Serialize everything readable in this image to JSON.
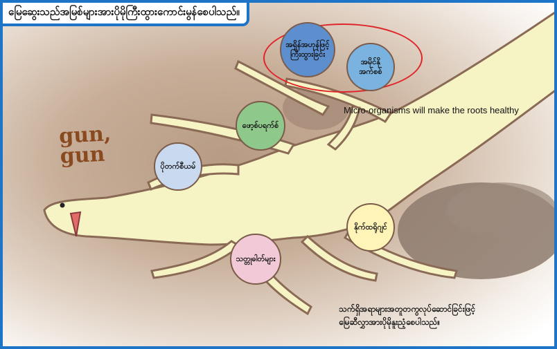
{
  "title": "မြေဆွေးသည်အမြစ်များအားပိုမိုကြီးထွားကောင်းမွန်စေပါသည်။",
  "caption_english": "Micro-organisms will make the roots healthy",
  "sound_effect": [
    "gun,",
    "gun"
  ],
  "bubbles": [
    {
      "label": "အရှိန်အဟုန်ဖြင့်ကြီးထွားခြင်း",
      "color": "#5d8fce"
    },
    {
      "label": "အမိုင်နိုအက်စစ်",
      "color": "#7ab3e0"
    },
    {
      "label": "ဖော့စ်ပရက်စ်",
      "color": "#8ec98b"
    },
    {
      "label": "ပိုတက်စီယမ်",
      "color": "#c9d9f0"
    },
    {
      "label": "နိုက်ထရိုဂျင်",
      "color": "#fff4b8"
    },
    {
      "label": "သတ္တုဓါတ်များ",
      "color": "#f2c9d6"
    }
  ],
  "note": {
    "line1": "သက်ရှိအရာများအတူတကွလုပ်ဆောင်ခြင်းဖြင့်",
    "line2": "မြေဆီလွှာအားပိုမိုနူးညံ့စေပါသည်။"
  },
  "colors": {
    "frame": "#1e74c6",
    "root_fill": "#f6f3c4",
    "root_stroke": "#8a6a55",
    "highlight": "#e0252a"
  }
}
